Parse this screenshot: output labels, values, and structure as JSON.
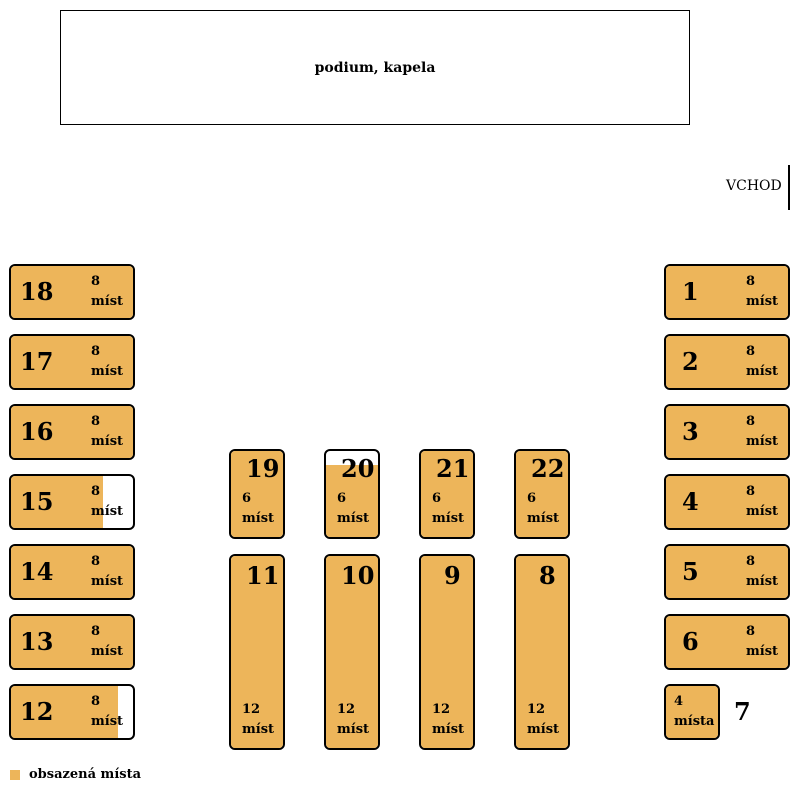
{
  "stage": {
    "label": "podium, kapela"
  },
  "entrance": {
    "label": "VCHOD"
  },
  "colors": {
    "occupied": "#EDB55A",
    "free": "#ffffff",
    "border": "#000000"
  },
  "legend": {
    "label": "obsazená místa"
  },
  "tables": [
    {
      "number": "18",
      "capacity": "8",
      "unit": "míst",
      "occupied_fraction": 1
    },
    {
      "number": "17",
      "capacity": "8",
      "unit": "míst",
      "occupied_fraction": 1
    },
    {
      "number": "16",
      "capacity": "8",
      "unit": "míst",
      "occupied_fraction": 1
    },
    {
      "number": "15",
      "capacity": "8",
      "unit": "míst",
      "occupied_fraction": 0.75
    },
    {
      "number": "14",
      "capacity": "8",
      "unit": "míst",
      "occupied_fraction": 1
    },
    {
      "number": "13",
      "capacity": "8",
      "unit": "míst",
      "occupied_fraction": 1
    },
    {
      "number": "12",
      "capacity": "8",
      "unit": "míst",
      "occupied_fraction": 0.875
    },
    {
      "number": "1",
      "capacity": "8",
      "unit": "míst",
      "occupied_fraction": 1
    },
    {
      "number": "2",
      "capacity": "8",
      "unit": "míst",
      "occupied_fraction": 1
    },
    {
      "number": "3",
      "capacity": "8",
      "unit": "míst",
      "occupied_fraction": 1
    },
    {
      "number": "4",
      "capacity": "8",
      "unit": "míst",
      "occupied_fraction": 1
    },
    {
      "number": "5",
      "capacity": "8",
      "unit": "míst",
      "occupied_fraction": 1
    },
    {
      "number": "6",
      "capacity": "8",
      "unit": "míst",
      "occupied_fraction": 1
    },
    {
      "number": "7",
      "capacity": "4",
      "unit": "místa",
      "occupied_fraction": 1
    },
    {
      "number": "19",
      "capacity": "6",
      "unit": "míst",
      "occupied_fraction": 1
    },
    {
      "number": "20",
      "capacity": "6",
      "unit": "míst",
      "occupied_fraction": 0.833
    },
    {
      "number": "21",
      "capacity": "6",
      "unit": "míst",
      "occupied_fraction": 1
    },
    {
      "number": "22",
      "capacity": "6",
      "unit": "míst",
      "occupied_fraction": 1
    },
    {
      "number": "11",
      "capacity": "12",
      "unit": "míst",
      "occupied_fraction": 1
    },
    {
      "number": "10",
      "capacity": "12",
      "unit": "míst",
      "occupied_fraction": 1
    },
    {
      "number": "9",
      "capacity": "12",
      "unit": "míst",
      "occupied_fraction": 1
    },
    {
      "number": "8",
      "capacity": "12",
      "unit": "míst",
      "occupied_fraction": 1
    }
  ]
}
